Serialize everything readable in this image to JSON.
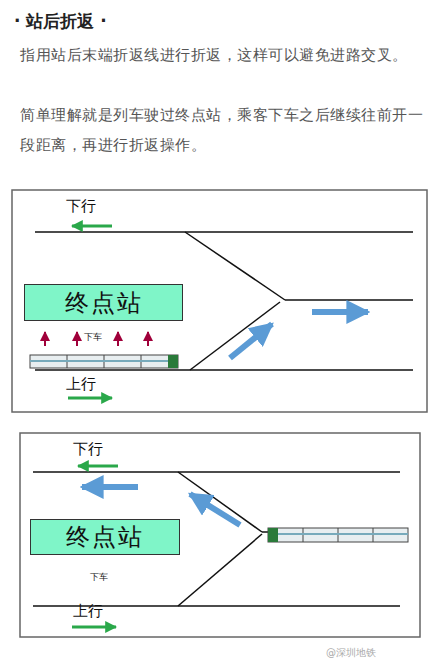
{
  "diagram": {
    "title": "· 站后折返 ·",
    "nodes": [
      {
        "text": [
          "终点站"
        ]
      },
      {
        "text": [
          "终点站"
        ]
      }
    ],
    "edges": [],
    "labels": [
      "指用站后末端折返线进行折返，这样可以避免进路交叉。",
      "简单理解就是列车驶过终点站，乘客下车之后继续往前开一段距离，再进行折返操作。",
      "下行",
      "下车",
      "上行",
      "下行",
      "下车",
      "上行",
      "@深圳地铁"
    ]
  }
}
